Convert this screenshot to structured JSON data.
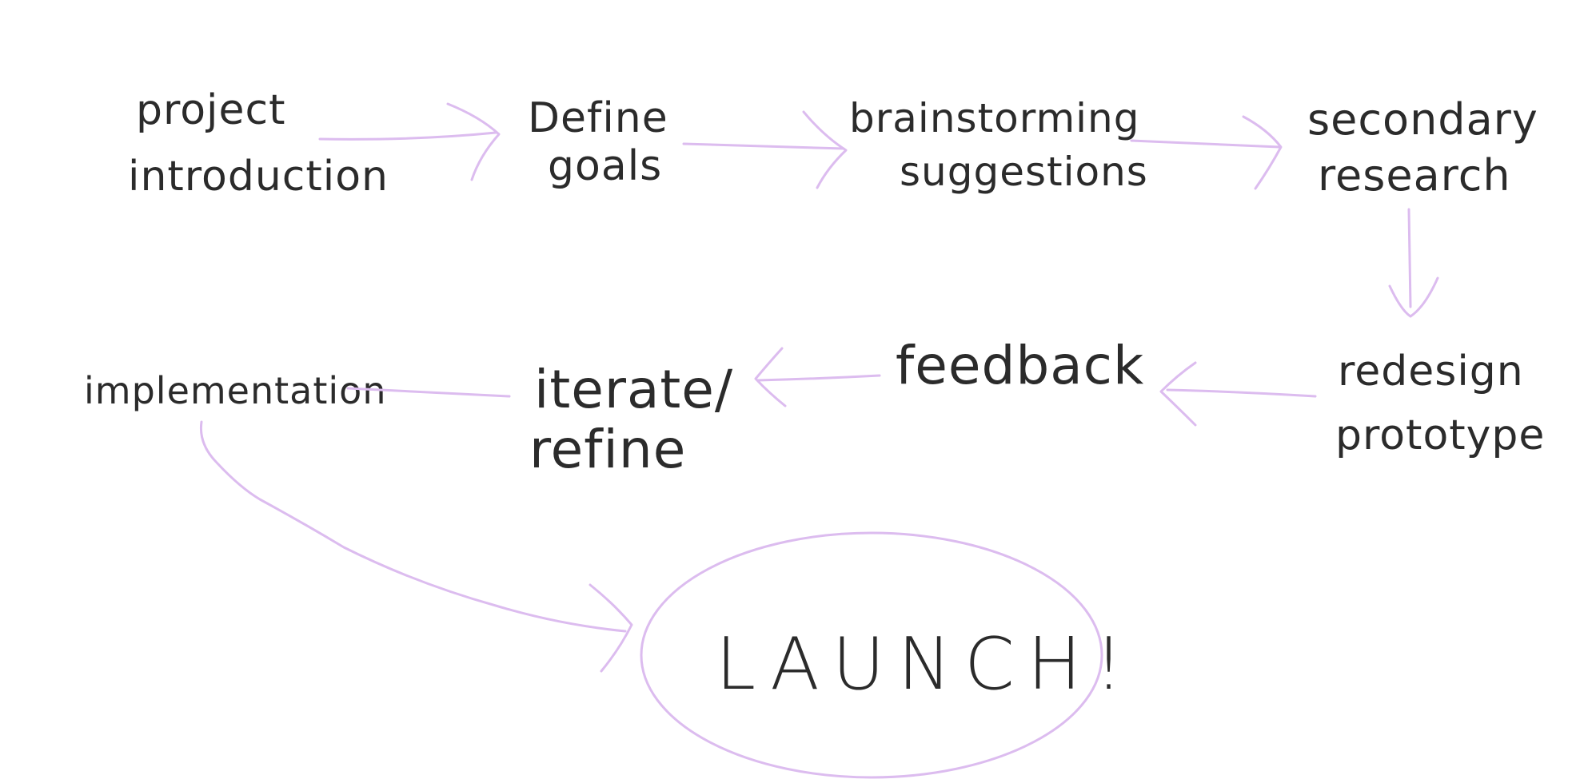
{
  "flow": {
    "nodes": {
      "project_introduction": {
        "line1": "project",
        "line2": "introduction"
      },
      "define_goals": {
        "line1": "Define",
        "line2": "goals"
      },
      "brainstorming_suggestions": {
        "line1": "brainstorming",
        "line2": "suggestions"
      },
      "secondary_research": {
        "line1": "secondary",
        "line2": "research"
      },
      "redesign_prototype": {
        "line1": "redesign",
        "line2": "prototype"
      },
      "feedback": {
        "label": "feedback"
      },
      "iterate_refine": {
        "line1": "iterate/",
        "line2": "refine"
      },
      "implementation": {
        "label": "implementation"
      },
      "launch": {
        "label": "LAUNCH!"
      }
    },
    "colors": {
      "arrow": "#dcbcef",
      "text": "#2b2b2b",
      "background": "#ffffff"
    }
  }
}
